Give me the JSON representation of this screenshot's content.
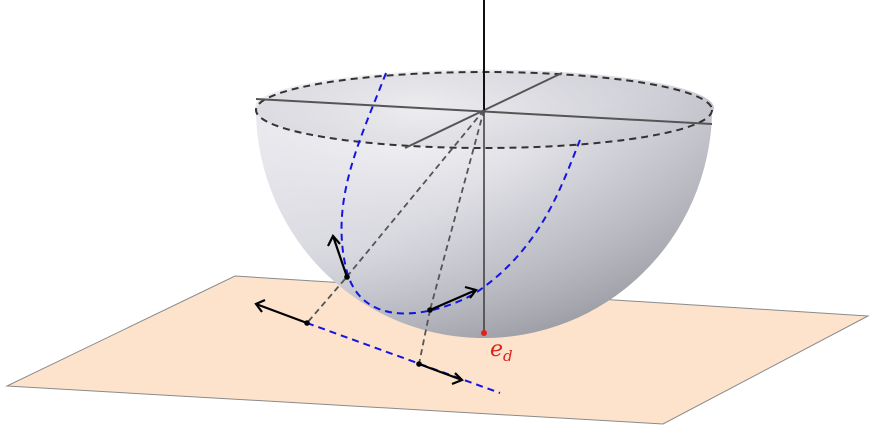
{
  "labels": {
    "point_label": "e",
    "point_subscript": "d"
  },
  "colors": {
    "plane_fill": "#fde3cc",
    "plane_stroke": "#8a8a8a",
    "hemisphere_light": "#f3f3f7",
    "hemisphere_dark": "#9a9aa3",
    "geodesic": "#1515e0",
    "projection": "#1515e0",
    "dashed_helper": "#555555",
    "axis": "#222222",
    "tangent_vector": "#000000",
    "point_marker": "#e0201a"
  },
  "diagram": {
    "elements": [
      "tangent-plane",
      "hemisphere",
      "vertical-axis",
      "great-circle-geodesic",
      "projected-line",
      "tangent-vectors",
      "point-e-d"
    ]
  }
}
